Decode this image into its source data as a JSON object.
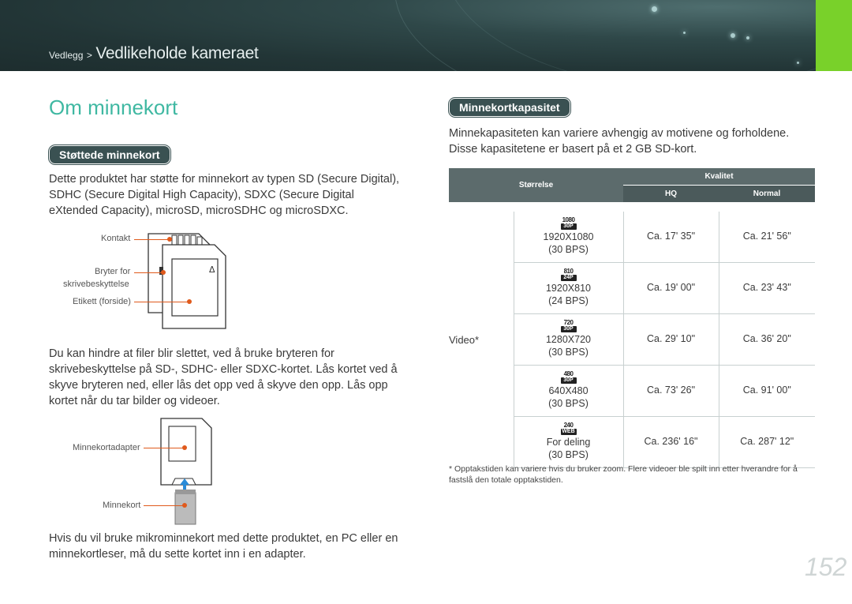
{
  "header": {
    "breadcrumb_parent": "Vedlegg",
    "breadcrumb_sep": ">",
    "breadcrumb_current": "Vedlikeholde kameraet"
  },
  "page_title": "Om minnekort",
  "left": {
    "section1_title": "Støttede minnekort",
    "para1": "Dette produktet har støtte for minnekort av typen SD (Secure Digital), SDHC (Secure Digital High Capacity), SDXC (Secure Digital eXtended Capacity), microSD, microSDHC og microSDXC.",
    "fig1_labels": {
      "contact": "Kontakt",
      "switch_line1": "Bryter for",
      "switch_line2": "skrivebeskyttelse",
      "label": "Etikett (forside)"
    },
    "para2": "Du kan hindre at filer blir slettet, ved å bruke bryteren for skrivebeskyttelse på SD-, SDHC- eller SDXC-kortet. Lås kortet ved å skyve bryteren ned, eller lås det opp ved å skyve den opp. Lås opp kortet når du tar bilder og videoer.",
    "fig2_labels": {
      "adapter": "Minnekortadapter",
      "card": "Minnekort"
    },
    "para3": "Hvis du vil bruke mikrominnekort med dette produktet, en PC eller en minnekortleser, må du sette kortet inn i en adapter."
  },
  "right": {
    "section_title": "Minnekortkapasitet",
    "intro": "Minnekapasiteten kan variere avhengig av motivene og forholdene. Disse kapasitetene er basert på et 2 GB SD-kort.",
    "table": {
      "col_size": "Størrelse",
      "col_quality": "Kvalitet",
      "col_hq": "HQ",
      "col_normal": "Normal",
      "row_group": "Video*",
      "rows": [
        {
          "icon_top": "1080",
          "icon_bot": "30P",
          "res": "1920X1080",
          "fps": "(30 BPS)",
          "hq": "Ca. 17' 35\"",
          "normal": "Ca. 21' 56\""
        },
        {
          "icon_top": "810",
          "icon_bot": "24P",
          "res": "1920X810",
          "fps": "(24 BPS)",
          "hq": "Ca. 19' 00\"",
          "normal": "Ca. 23' 43\""
        },
        {
          "icon_top": "720",
          "icon_bot": "30P",
          "res": "1280X720",
          "fps": "(30 BPS)",
          "hq": "Ca. 29' 10\"",
          "normal": "Ca. 36' 20\""
        },
        {
          "icon_top": "480",
          "icon_bot": "30P",
          "res": "640X480",
          "fps": "(30 BPS)",
          "hq": "Ca. 73' 26\"",
          "normal": "Ca. 91' 00\""
        },
        {
          "icon_top": "240",
          "icon_bot": "WEB",
          "res": "For deling",
          "fps": "(30 BPS)",
          "hq": "Ca. 236' 16\"",
          "normal": "Ca. 287' 12\""
        }
      ]
    },
    "footnote": "* Opptakstiden kan variere hvis du bruker zoom. Flere videoer ble spilt inn etter hverandre for å fastslå den totale opptakstiden."
  },
  "page_number": "152",
  "colors": {
    "accent_title": "#3fb8a2",
    "pill_bg": "#3a5152",
    "leader": "#e05a1c",
    "green_tab": "#79d12a"
  }
}
